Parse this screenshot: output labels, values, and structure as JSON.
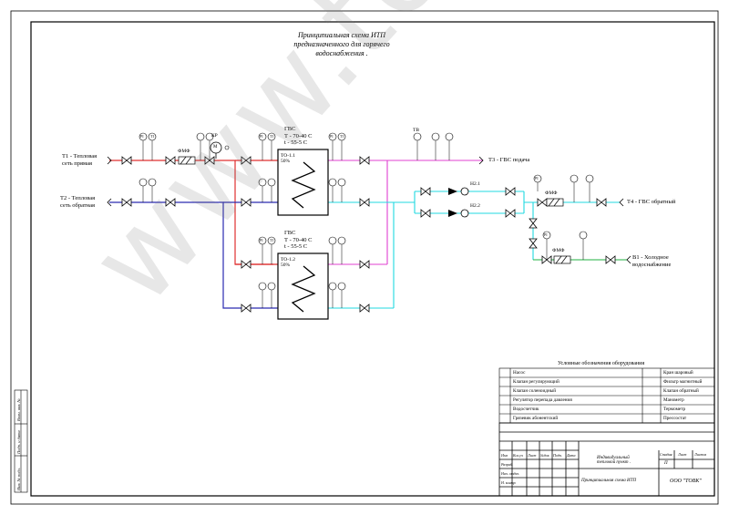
{
  "title": [
    "Принципиальная схема ИТП",
    "предназначенного для горячего",
    "водоснабжения ."
  ],
  "pipes": {
    "t1": [
      "Т1 - Тепловая",
      "сеть прямая"
    ],
    "t2": [
      "Т2 - Тепловая",
      "сеть обратная"
    ],
    "t3": "Т3 - ГВС подача",
    "t4": "Т4 - ГВС обратный",
    "b1": [
      "В1 - Холодное",
      "водоснабжение"
    ]
  },
  "components": {
    "fmf": "ФМФ",
    "kr": "КР",
    "m": "М",
    "pi": "PI",
    "ti": "TI",
    "tv": "ТВ",
    "n21": "Н2.1",
    "n22": "Н2.2",
    "gvs1": [
      "ГВС",
      "Т - 70-40 С",
      "t - 55-5 С"
    ],
    "gvs2": [
      "ГВС",
      "Т - 70-40 С",
      "t - 55-5 С"
    ],
    "to1": [
      "ТО-1.1",
      "50%"
    ],
    "to2": [
      "ТО-1.2",
      "50%"
    ]
  },
  "legend": {
    "title": "Условные обозначения оборудования",
    "left": [
      "Насос",
      "Клапан регулирующий",
      "Клапан соленоидный",
      "Регулятор перепада давления",
      "Водосчетчик",
      "Грязевик абонентский"
    ],
    "right": [
      "Кран шаровый",
      "Фильтр магнитный",
      "Клапан обратный",
      "Манометр",
      "Термометр",
      "Прессостат"
    ]
  },
  "titleblock": {
    "head": [
      "Изм",
      "Кол.уч",
      "Лист",
      "№док",
      "Подп.",
      "Дата"
    ],
    "rows": [
      "Разраб.",
      "Нач. отдел.",
      "Н. контр."
    ],
    "unit": [
      "Индивидуальный",
      "тепловой пункт ."
    ],
    "stage_head": [
      "Стадия",
      "Лист",
      "Листов"
    ],
    "stage": "П",
    "scheme": "Принципиальная схема ИТП",
    "org": "ООО \"ТОВК\""
  },
  "side": [
    "Взам. инв. №",
    "Подп. и дата",
    "Инв. № подл."
  ],
  "watermark": "www.tovk.ru",
  "colors": {
    "supply": "#e03030",
    "return": "#2a2ab0",
    "hot": "#e040d0",
    "circ": "#20d8e0",
    "cold": "#20b040"
  }
}
